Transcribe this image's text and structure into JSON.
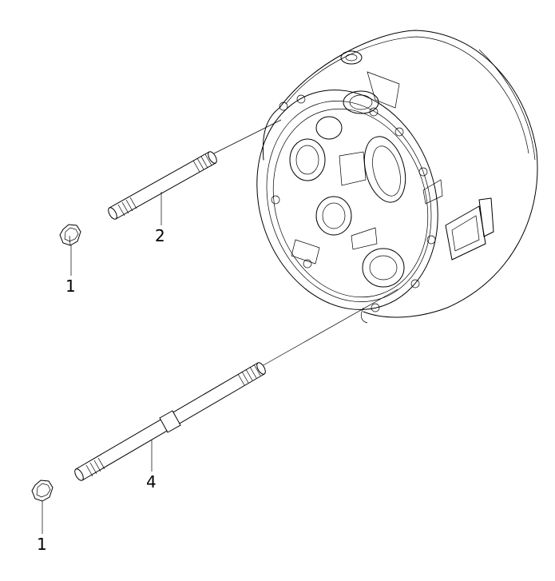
{
  "diagram": {
    "type": "exploded-parts-view",
    "callouts": {
      "nut_upper": "1",
      "stud_upper": "2",
      "nut_lower": "1",
      "stud_lower": "4"
    }
  }
}
